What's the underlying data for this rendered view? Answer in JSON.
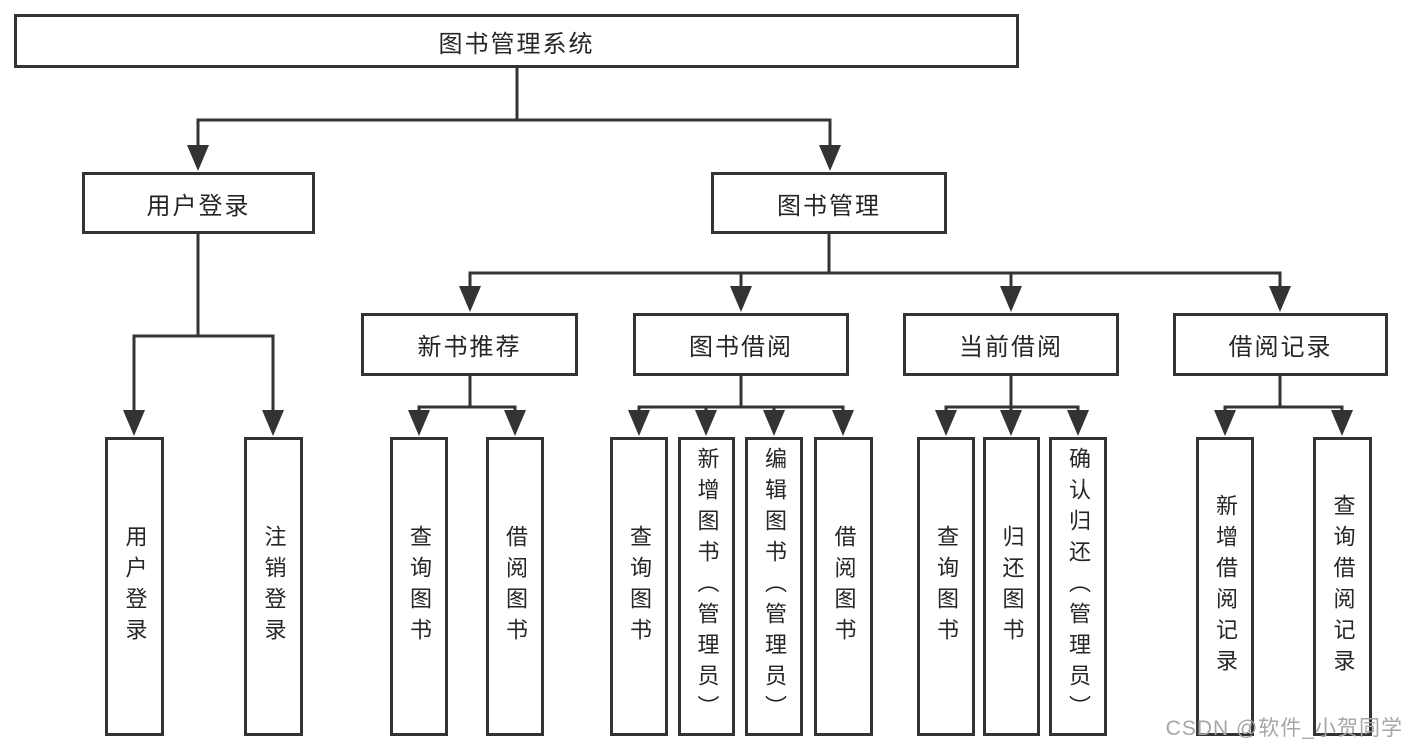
{
  "diagram_title": "图书管理系统",
  "watermark": "CSDN @软件_小贺同学",
  "colors": {
    "line": "#333333",
    "box_border": "#333333",
    "box_background": "#ffffff",
    "text": "#262626",
    "watermark": "#a6a6a6"
  },
  "tree": {
    "root": {
      "label": "图书管理系统"
    },
    "branches": [
      {
        "label": "用户登录",
        "children": [
          {
            "label": "用户登录"
          },
          {
            "label": "注销登录"
          }
        ]
      },
      {
        "label": "图书管理",
        "children": [
          {
            "label": "新书推荐",
            "children": [
              {
                "label": "查询图书"
              },
              {
                "label": "借阅图书"
              }
            ]
          },
          {
            "label": "图书借阅",
            "children": [
              {
                "label": "查询图书"
              },
              {
                "label": "新增图书（管理员）"
              },
              {
                "label": "编辑图书（管理员）"
              },
              {
                "label": "借阅图书"
              }
            ]
          },
          {
            "label": "当前借阅",
            "children": [
              {
                "label": "查询图书"
              },
              {
                "label": "归还图书"
              },
              {
                "label": "确认归还（管理员）"
              }
            ]
          },
          {
            "label": "借阅记录",
            "children": [
              {
                "label": "新增借阅记录"
              },
              {
                "label": "查询借阅记录"
              }
            ]
          }
        ]
      }
    ]
  }
}
